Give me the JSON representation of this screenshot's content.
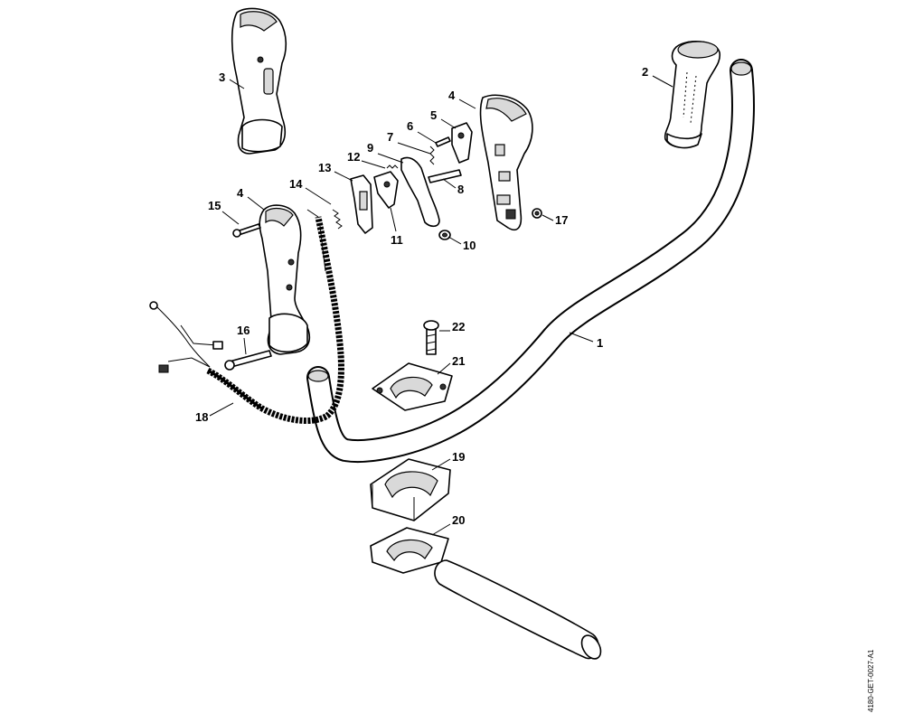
{
  "diagram": {
    "reference_code": "4180-GET-0027-A1",
    "callouts": [
      {
        "id": "c1",
        "label": "1"
      },
      {
        "id": "c2",
        "label": "2"
      },
      {
        "id": "c3",
        "label": "3"
      },
      {
        "id": "c4a",
        "label": "4"
      },
      {
        "id": "c4b",
        "label": "4"
      },
      {
        "id": "c5",
        "label": "5"
      },
      {
        "id": "c6",
        "label": "6"
      },
      {
        "id": "c7",
        "label": "7"
      },
      {
        "id": "c8",
        "label": "8"
      },
      {
        "id": "c9",
        "label": "9"
      },
      {
        "id": "c10",
        "label": "10"
      },
      {
        "id": "c11",
        "label": "11"
      },
      {
        "id": "c12",
        "label": "12"
      },
      {
        "id": "c13",
        "label": "13"
      },
      {
        "id": "c14",
        "label": "14"
      },
      {
        "id": "c15",
        "label": "15"
      },
      {
        "id": "c16",
        "label": "16"
      },
      {
        "id": "c17",
        "label": "17"
      },
      {
        "id": "c18",
        "label": "18"
      },
      {
        "id": "c19",
        "label": "19"
      },
      {
        "id": "c20",
        "label": "20"
      },
      {
        "id": "c21",
        "label": "21"
      },
      {
        "id": "c22",
        "label": "22"
      }
    ]
  }
}
